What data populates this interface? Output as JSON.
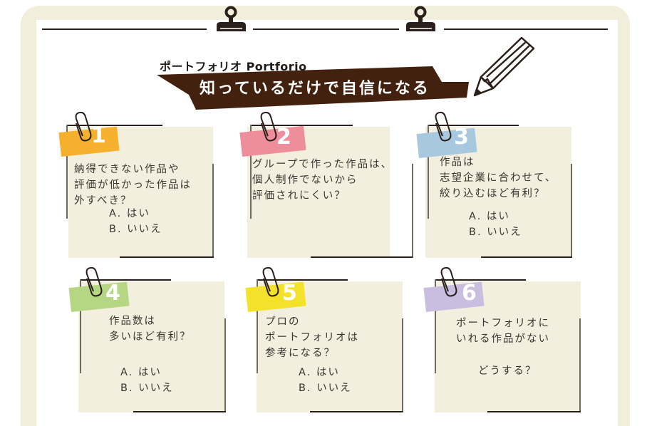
{
  "header": {
    "eyebrow": "ポートフォリオ Portforio",
    "title": "知っているだけで自信になる"
  },
  "colors": {
    "frame": "#f2eedc",
    "banner": "#42220f",
    "note": "#f2efdf",
    "line": "#2a1f1a"
  },
  "cards": [
    {
      "number": "1",
      "tag_color": "#f5b02e",
      "question": [
        "納得できない作品や",
        "評価が低かった作品は",
        "外すべき？"
      ],
      "answers": [
        "A. はい",
        "B. いいえ"
      ]
    },
    {
      "number": "2",
      "tag_color": "#ee8e9c",
      "question": [
        "グループで作った作品は、",
        "個人制作でないから",
        "評価されにくい？"
      ],
      "answers": []
    },
    {
      "number": "3",
      "tag_color": "#a8c8e0",
      "question": [
        "作品は",
        "志望企業に合わせて、",
        "絞り込むほど有利？"
      ],
      "answers": [
        "A. はい",
        "B. いいえ"
      ]
    },
    {
      "number": "4",
      "tag_color": "#b5d682",
      "question": [
        "作品数は",
        "多いほど有利？"
      ],
      "answers": [
        "A. はい",
        "B. いいえ"
      ]
    },
    {
      "number": "5",
      "tag_color": "#f3e229",
      "question": [
        "プロの",
        "ポートフォリオは",
        "参考になる？"
      ],
      "answers": [
        "A. はい",
        "B. いいえ"
      ]
    },
    {
      "number": "6",
      "tag_color": "#c9bde0",
      "question": [
        "ポートフォリオに",
        "いれる作品がない"
      ],
      "followup": "どうする？",
      "answers": []
    }
  ]
}
